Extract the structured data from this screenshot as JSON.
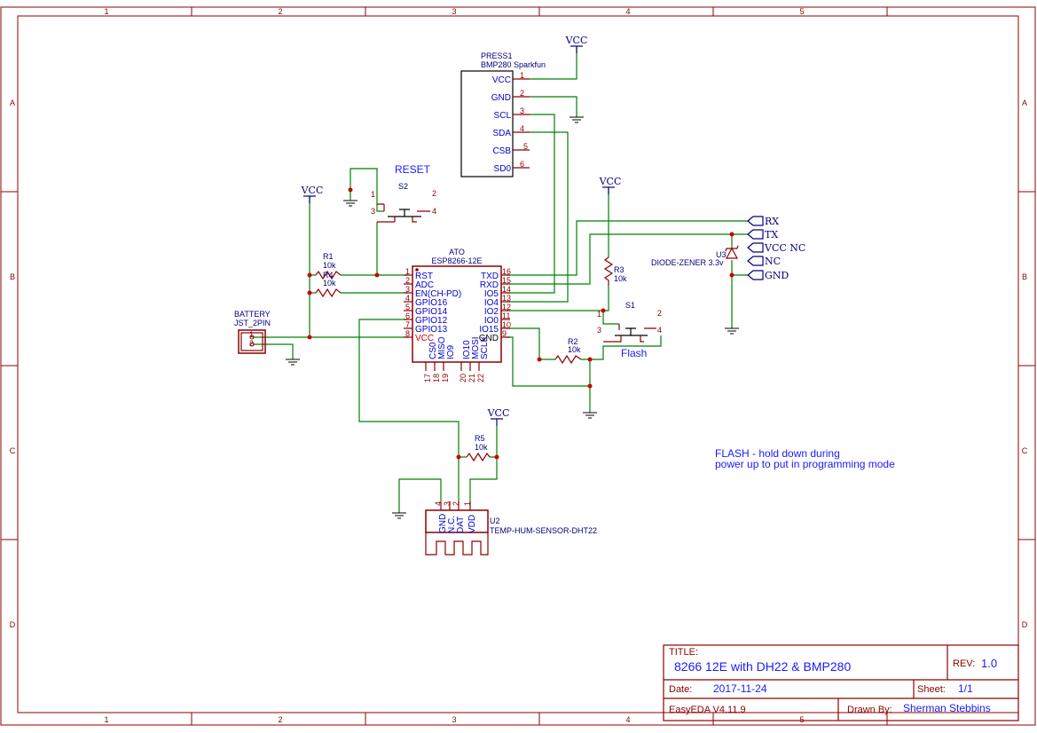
{
  "ruler": {
    "columns": [
      "1",
      "2",
      "3",
      "4",
      "5"
    ],
    "rows": [
      "A",
      "B",
      "C",
      "D"
    ]
  },
  "power": {
    "vcc_label": "VCC"
  },
  "bmp280": {
    "ref": "PRESS1",
    "value": "BMP280 Sparkfun",
    "pins": [
      {
        "name": "VCC",
        "num": "1"
      },
      {
        "name": "GND",
        "num": "2"
      },
      {
        "name": "SCL",
        "num": "3"
      },
      {
        "name": "SDA",
        "num": "4"
      },
      {
        "name": "CSB",
        "num": "5"
      },
      {
        "name": "SD0",
        "num": "6"
      }
    ]
  },
  "reset_switch": {
    "title": "RESET",
    "ref": "S2",
    "pins": [
      "1",
      "2",
      "3",
      "4"
    ]
  },
  "flash_switch": {
    "title": "Flash",
    "ref": "S1",
    "pins": [
      "1",
      "2",
      "3",
      "4"
    ]
  },
  "esp": {
    "ref": "ATO",
    "value": "ESP8266-12E",
    "left_pins": [
      {
        "name": "RST",
        "num": "1"
      },
      {
        "name": "ADC",
        "num": "2"
      },
      {
        "name": "EN(CH-PD)",
        "num": "3"
      },
      {
        "name": "GPIO16",
        "num": "4"
      },
      {
        "name": "GPIO14",
        "num": "5"
      },
      {
        "name": "GPIO12",
        "num": "6"
      },
      {
        "name": "GPIO13",
        "num": "7"
      },
      {
        "name": "VCC",
        "num": "8"
      }
    ],
    "right_pins": [
      {
        "name": "TXD",
        "num": "16"
      },
      {
        "name": "RXD",
        "num": "15"
      },
      {
        "name": "IO5",
        "num": "14"
      },
      {
        "name": "IO4",
        "num": "13"
      },
      {
        "name": "IO2",
        "num": "12"
      },
      {
        "name": "IO0",
        "num": "11"
      },
      {
        "name": "IO15",
        "num": "10"
      },
      {
        "name": "GND",
        "num": "9"
      }
    ],
    "bottom_pins": [
      {
        "name": "CS0",
        "num": "17"
      },
      {
        "name": "MISO",
        "num": "18"
      },
      {
        "name": "IO9",
        "num": "19"
      },
      {
        "name": "IO10",
        "num": "20"
      },
      {
        "name": "MOSI",
        "num": "21"
      },
      {
        "name": "SCLK",
        "num": "22"
      }
    ]
  },
  "resistors": {
    "r1": {
      "ref": "R1",
      "value": "10k"
    },
    "r4": {
      "ref": "R4",
      "value": "10k"
    },
    "r2": {
      "ref": "R2",
      "value": "10k"
    },
    "r3": {
      "ref": "R3",
      "value": "10k"
    },
    "r5": {
      "ref": "R5",
      "value": "10k"
    }
  },
  "battery": {
    "ref": "BATTERY",
    "value": "JST_2PIN",
    "pins": [
      "1",
      "2"
    ]
  },
  "zener": {
    "ref": "U3",
    "value": "DIODE-ZENER 3.3v"
  },
  "net_ports": [
    "RX",
    "TX",
    "VCC NC",
    "NC",
    "GND"
  ],
  "dht22": {
    "ref": "U2",
    "value": "TEMP-HUM-SENSOR-DHT22",
    "pins": [
      {
        "name": "GND",
        "num": "4"
      },
      {
        "name": "N.C.",
        "num": "3"
      },
      {
        "name": "DAT",
        "num": "2"
      },
      {
        "name": "VDD",
        "num": "1"
      }
    ]
  },
  "note": {
    "line1": "FLASH - hold down during",
    "line2": "power up to put in programming mode"
  },
  "title_block": {
    "title_label": "TITLE:",
    "title": "8266 12E with DH22 & BMP280",
    "rev_label": "REV:",
    "rev": "1.0",
    "date_label": "Date:",
    "date": "2017-11-24",
    "sheet_label": "Sheet:",
    "sheet": "1/1",
    "tool": "EasyEDA V4.11.9",
    "drawn_label": "Drawn By:",
    "drawn_by": "Sherman Stebbins"
  }
}
